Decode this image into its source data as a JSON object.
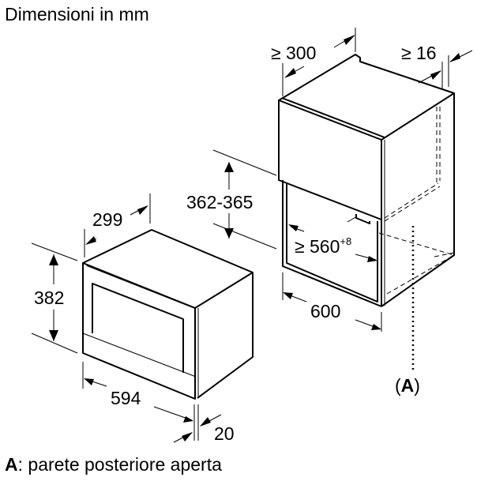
{
  "title": "Dimensioni in mm",
  "dimensions": {
    "cabinet_depth": "≥ 300",
    "panel_thickness": "≥ 16",
    "niche_height": "362-365",
    "niche_width": "≥ 560",
    "niche_width_tolerance": "+8",
    "cabinet_width": "600",
    "oven_depth": "299",
    "oven_height": "382",
    "oven_width": "594",
    "front_thickness": "20"
  },
  "callout": {
    "label": "A",
    "open": "(",
    "close": ")"
  },
  "legend": {
    "key": "A",
    "text": ": parete posteriore aperta"
  }
}
